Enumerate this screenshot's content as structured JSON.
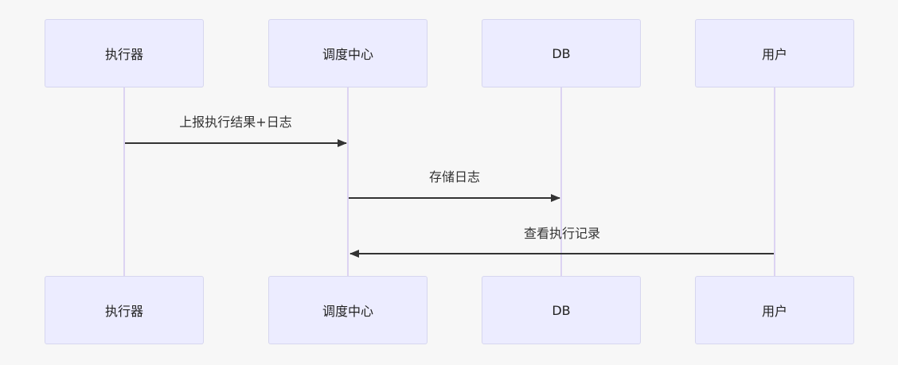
{
  "participants": [
    "执行器",
    "调度中心",
    "DB",
    "用户"
  ],
  "messages": [
    {
      "from": "执行器",
      "to": "调度中心",
      "label": "上报执行结果+日志"
    },
    {
      "from": "调度中心",
      "to": "DB",
      "label": "存储日志"
    },
    {
      "from": "用户",
      "to": "调度中心",
      "label": "查看执行记录"
    }
  ],
  "colors": {
    "actor_fill": "#ececff",
    "actor_border": "#d6d6ef",
    "lifeline": "#dcd3f2",
    "arrow": "#333333"
  }
}
